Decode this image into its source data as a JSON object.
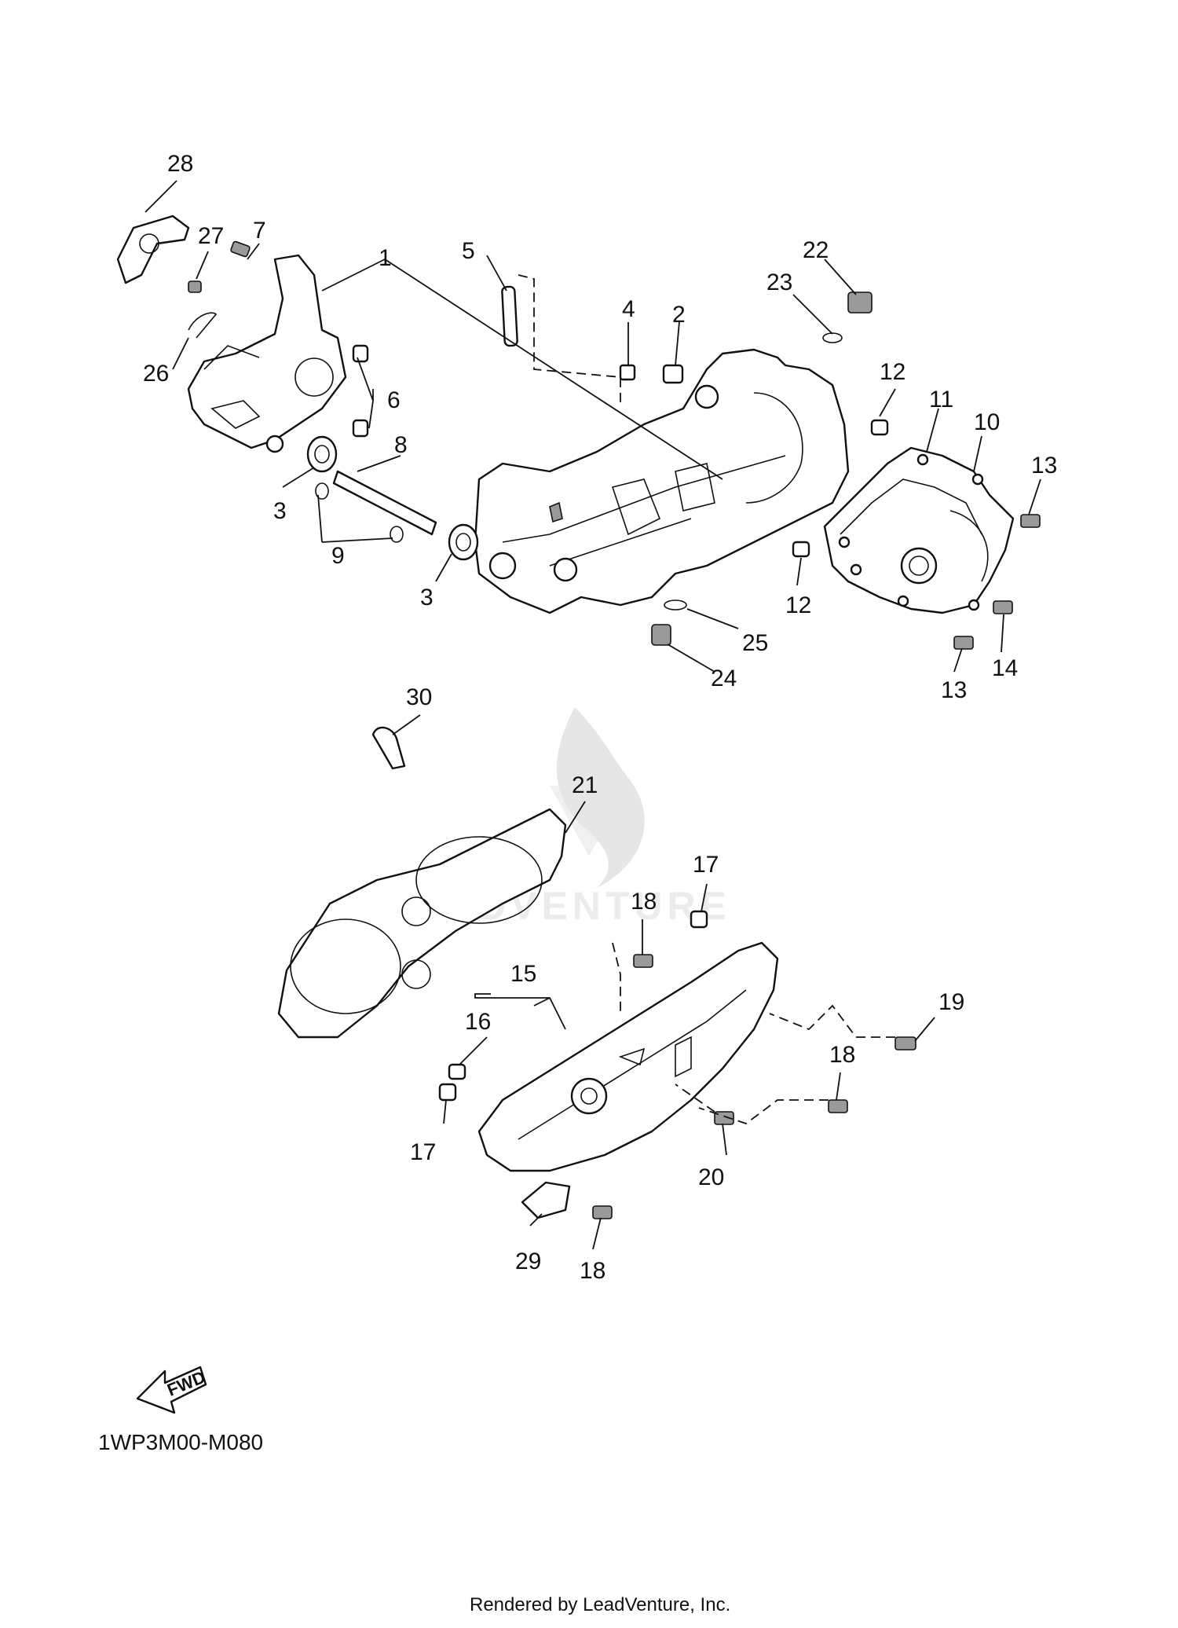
{
  "diagram": {
    "callouts": {
      "c1": "1",
      "c2": "2",
      "c3a": "3",
      "c3b": "3",
      "c4": "4",
      "c5": "5",
      "c6": "6",
      "c7": "7",
      "c8": "8",
      "c9": "9",
      "c10": "10",
      "c11": "11",
      "c12a": "12",
      "c12b": "12",
      "c13a": "13",
      "c13b": "13",
      "c14": "14",
      "c15": "15",
      "c16": "16",
      "c17a": "17",
      "c17b": "17",
      "c18a": "18",
      "c18b": "18",
      "c18c": "18",
      "c19": "19",
      "c20": "20",
      "c21": "21",
      "c22": "22",
      "c23": "23",
      "c24": "24",
      "c25": "25",
      "c26": "26",
      "c27": "27",
      "c28": "28",
      "c29": "29",
      "c30": "30"
    },
    "watermark_text": "LEADVENTURE",
    "fwd_label": "FWD",
    "diagram_code": "1WP3M00-M080",
    "credit": "Rendered by LeadVenture, Inc."
  }
}
